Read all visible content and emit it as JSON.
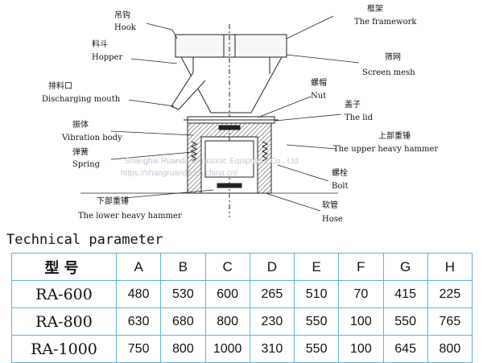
{
  "diagram": {
    "labels": {
      "hook_zh": "吊钩",
      "hook_en": "Hook",
      "hopper_zh": "料斗",
      "hopper_en": "Hopper",
      "discharge_zh": "排料口",
      "discharge_en": "Discharging mouth",
      "vibration_zh": "振体",
      "vibration_en": "Vibration body",
      "spring_zh": "弹簧",
      "spring_en": "Spring",
      "lower_hammer_zh": "下部重锤",
      "lower_hammer_en": "The lower heavy hammer",
      "framework_zh": "框架",
      "framework_en": "The framework",
      "screen_zh": "筛网",
      "screen_en": "Screen mesh",
      "nut_zh": "螺帽",
      "nut_en": "Nut",
      "lid_zh": "盖子",
      "lid_en": "The lid",
      "upper_hammer_zh": "上部重锤",
      "upper_hammer_en": "The upper heavy hammer",
      "bolt_zh": "螺栓",
      "bolt_en": "Bolt",
      "hose_zh": "软管",
      "hose_en": "Hose"
    },
    "watermark_line1": "Shanghai Ruanda Ultrasonic Equipment Co., Ltd",
    "watermark_line2": "https://shangruanda.en.china.cn/"
  },
  "section_title": "Technical parameter",
  "table": {
    "header": [
      "型号",
      "A",
      "B",
      "C",
      "D",
      "E",
      "F",
      "G",
      "H"
    ],
    "rows": [
      [
        "RA-600",
        "480",
        "530",
        "600",
        "265",
        "510",
        "70",
        "415",
        "225"
      ],
      [
        "RA-800",
        "630",
        "680",
        "800",
        "230",
        "550",
        "100",
        "550",
        "765"
      ],
      [
        "RA-1000",
        "750",
        "800",
        "1000",
        "310",
        "550",
        "100",
        "645",
        "800"
      ]
    ]
  },
  "colors": {
    "table_border": "#5bb3e0"
  }
}
